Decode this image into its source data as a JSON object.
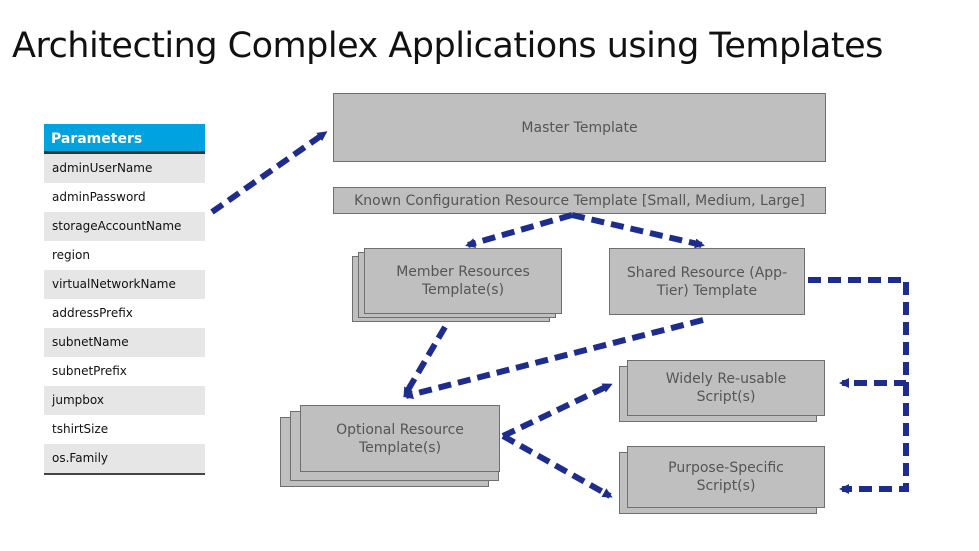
{
  "title": "Architecting Complex Applications using Templates",
  "parameters": {
    "header": "Parameters",
    "rows": [
      "adminUserName",
      "adminPassword",
      "storageAccountName",
      "region",
      "virtualNetworkName",
      "addressPrefix",
      "subnetName",
      "subnetPrefix",
      "jumpbox",
      "tshirtSize",
      "os.Family"
    ]
  },
  "boxes": {
    "master": "Master Template",
    "known_config": "Known Configuration Resource Template [Small, Medium, Large]",
    "member": "Member Resources Template(s)",
    "shared": "Shared Resource (App-Tier) Template",
    "wide_reusable": "Widely Re-usable Script(s)",
    "optional": "Optional Resource Template(s)",
    "purpose": "Purpose-Specific Script(s)"
  },
  "colors": {
    "header_bg": "#00a2e0",
    "arrow": "#1e2d8c",
    "box_bg": "#bfbfbf"
  }
}
